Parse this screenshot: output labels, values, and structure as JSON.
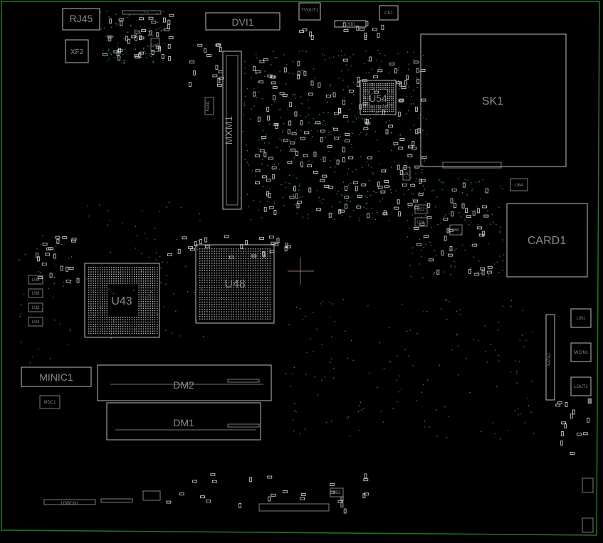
{
  "components": {
    "rj45": "RJ45",
    "xf2": "XF2",
    "dvi1": "DVI1",
    "tvout1": "TVOUT1",
    "usb1": "USB1",
    "mxm1": "MXM1",
    "u54": "U54",
    "sk1": "SK1",
    "u64": "U64",
    "card1": "CARD1",
    "u48": "U48",
    "u43": "U43",
    "minic1": "MINIC1",
    "mdc1": "MDC1",
    "dm2": "DM2",
    "dm1": "DM1",
    "sata1": "SATA1",
    "lin1": "LIN1",
    "micin1": "MICIN1",
    "lout1": "LOUT1",
    "usbcn1": "USBCN1",
    "u22": "U22",
    "u24": "U24",
    "u33": "U33",
    "u34": "U34",
    "u35": "U35",
    "u36": "U36",
    "u37": "U37",
    "u46": "U46",
    "u52": "U52",
    "u60": "U60",
    "fan1": "FAN1",
    "ckt": "CK1"
  },
  "colors": {
    "background": "#000000",
    "board_edge": "#1f7a1f",
    "outline": "#bdbdbd",
    "label": "#8a8a8a",
    "via": "#3a8a8a"
  }
}
